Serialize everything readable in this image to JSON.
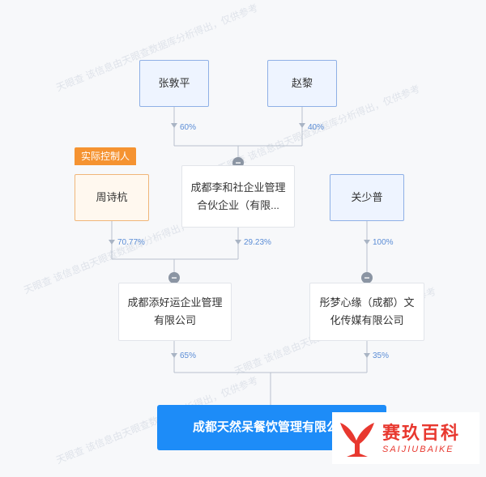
{
  "persons": {
    "zhang": {
      "name": "张敦平",
      "pct": "60%"
    },
    "zhao": {
      "name": "赵黎",
      "pct": "40%"
    },
    "zhou": {
      "name": "周诗杭",
      "pct": "70.77%",
      "tag": "实际控制人"
    },
    "guan": {
      "name": "关少普",
      "pct": "100%"
    }
  },
  "companies": {
    "lihe": {
      "line1": "成都李和社企业管理",
      "line2": "合伙企业（有限...",
      "pct": "29.23%"
    },
    "tianhao": {
      "line1": "成都添好运企业管理",
      "line2": "有限公司",
      "pct": "65%"
    },
    "tongmeng": {
      "line1": "彤梦心缘（成都）文",
      "line2": "化传媒有限公司",
      "pct": "35%"
    }
  },
  "target": {
    "name": "成都天然呆餐饮管理有限公司"
  },
  "watermark": {
    "text": "天眼查 该信息由天眼查数据库分析得出，仅供参考"
  },
  "brand": {
    "cn": "赛玖百科",
    "en": "SAIJIUBAIKE"
  },
  "colors": {
    "accent": "#1d8cf8",
    "controller": "#f59331",
    "brand": "#e8382f"
  }
}
